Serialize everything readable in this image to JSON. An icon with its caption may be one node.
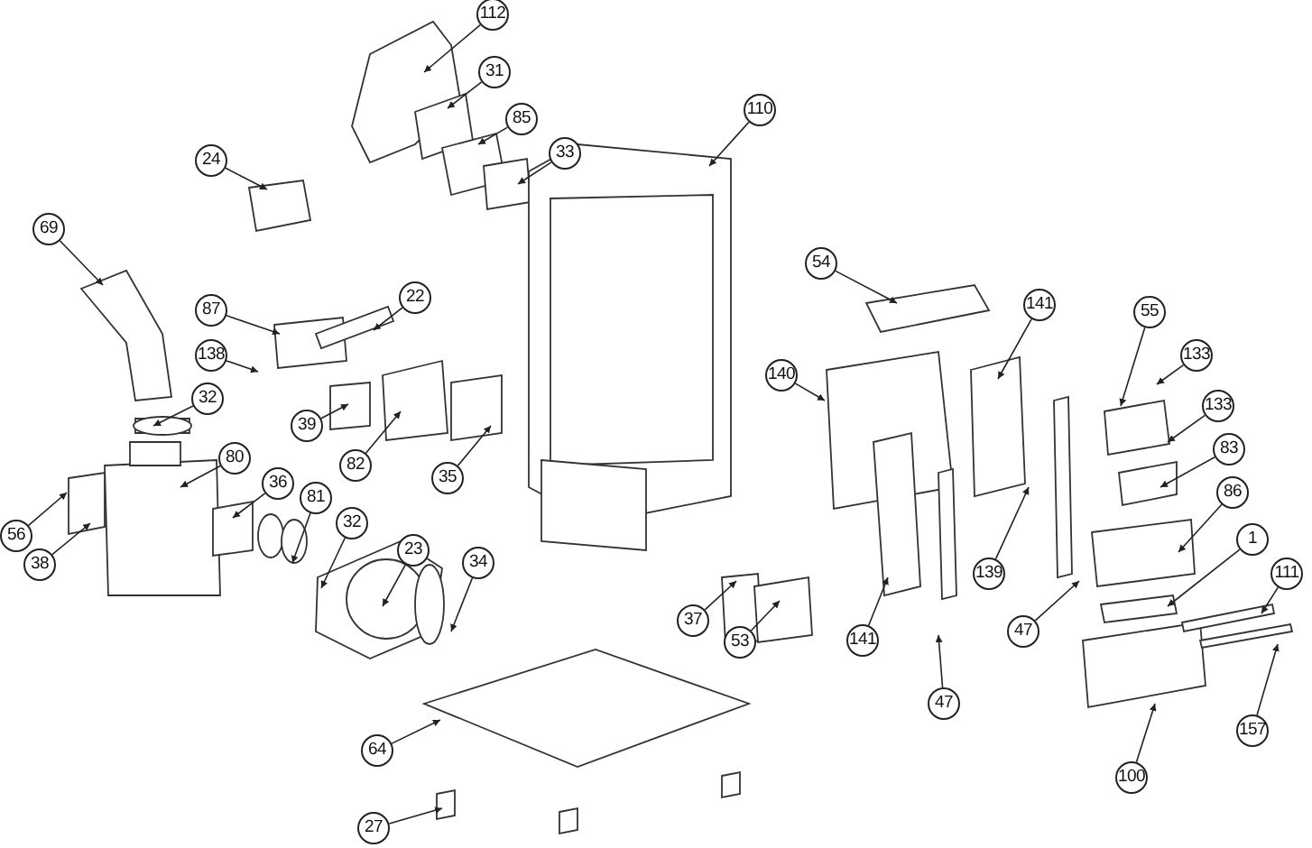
{
  "diagram": {
    "nodes": [
      {
        "text": [
          "112"
        ]
      },
      {
        "text": [
          "31"
        ]
      },
      {
        "text": [
          "110"
        ]
      },
      {
        "text": [
          "85"
        ]
      },
      {
        "text": [
          "33"
        ]
      },
      {
        "text": [
          "24"
        ]
      },
      {
        "text": [
          "69"
        ]
      },
      {
        "text": [
          "54"
        ]
      },
      {
        "text": [
          "22"
        ]
      },
      {
        "text": [
          "141"
        ]
      },
      {
        "text": [
          "87"
        ]
      },
      {
        "text": [
          "55"
        ]
      },
      {
        "text": [
          "138"
        ]
      },
      {
        "text": [
          "133"
        ]
      },
      {
        "text": [
          "140"
        ]
      },
      {
        "text": [
          "32"
        ]
      },
      {
        "text": [
          "133"
        ]
      },
      {
        "text": [
          "39"
        ]
      },
      {
        "text": [
          "83"
        ]
      },
      {
        "text": [
          "80"
        ]
      },
      {
        "text": [
          "82"
        ]
      },
      {
        "text": [
          "35"
        ]
      },
      {
        "text": [
          "36"
        ]
      },
      {
        "text": [
          "86"
        ]
      },
      {
        "text": [
          "81"
        ]
      },
      {
        "text": [
          "56"
        ]
      },
      {
        "text": [
          "32"
        ]
      },
      {
        "text": [
          "1"
        ]
      },
      {
        "text": [
          "23"
        ]
      },
      {
        "text": [
          "38"
        ]
      },
      {
        "text": [
          "34"
        ]
      },
      {
        "text": [
          "139"
        ]
      },
      {
        "text": [
          "111"
        ]
      },
      {
        "text": [
          "37"
        ]
      },
      {
        "text": [
          "47"
        ]
      },
      {
        "text": [
          "141"
        ]
      },
      {
        "text": [
          "53"
        ]
      },
      {
        "text": [
          "47"
        ]
      },
      {
        "text": [
          "157"
        ]
      },
      {
        "text": [
          "64"
        ]
      },
      {
        "text": [
          "100"
        ]
      },
      {
        "text": [
          "27"
        ]
      }
    ],
    "edges": [
      {
        "from": 0,
        "to": null,
        "arrow": "to"
      },
      {
        "from": 1,
        "to": null,
        "arrow": "to"
      },
      {
        "from": 2,
        "to": null,
        "arrow": "to"
      },
      {
        "from": 3,
        "to": null,
        "arrow": "to"
      },
      {
        "from": 4,
        "to": null,
        "arrow": "to"
      },
      {
        "from": 5,
        "to": null,
        "arrow": "to"
      },
      {
        "from": 6,
        "to": null,
        "arrow": "to"
      },
      {
        "from": 7,
        "to": null,
        "arrow": "to"
      },
      {
        "from": 8,
        "to": null,
        "arrow": "to"
      },
      {
        "from": 9,
        "to": null,
        "arrow": "to"
      },
      {
        "from": 10,
        "to": null,
        "arrow": "to"
      },
      {
        "from": 11,
        "to": null,
        "arrow": "to"
      },
      {
        "from": 12,
        "to": null,
        "arrow": "to"
      },
      {
        "from": 13,
        "to": null,
        "arrow": "to"
      },
      {
        "from": 14,
        "to": null,
        "arrow": "to"
      },
      {
        "from": 15,
        "to": null,
        "arrow": "to"
      },
      {
        "from": 16,
        "to": null,
        "arrow": "to"
      },
      {
        "from": 17,
        "to": null,
        "arrow": "to"
      },
      {
        "from": 18,
        "to": null,
        "arrow": "to"
      },
      {
        "from": 19,
        "to": null,
        "arrow": "to"
      },
      {
        "from": 20,
        "to": null,
        "arrow": "to"
      },
      {
        "from": 21,
        "to": null,
        "arrow": "to"
      },
      {
        "from": 22,
        "to": null,
        "arrow": "to"
      },
      {
        "from": 23,
        "to": null,
        "arrow": "to"
      },
      {
        "from": 24,
        "to": null,
        "arrow": "to"
      },
      {
        "from": 25,
        "to": null,
        "arrow": "to"
      },
      {
        "from": 26,
        "to": null,
        "arrow": "to"
      },
      {
        "from": 27,
        "to": null,
        "arrow": "to"
      },
      {
        "from": 28,
        "to": null,
        "arrow": "to"
      },
      {
        "from": 29,
        "to": null,
        "arrow": "to"
      },
      {
        "from": 30,
        "to": null,
        "arrow": "to"
      },
      {
        "from": 31,
        "to": null,
        "arrow": "to"
      },
      {
        "from": 32,
        "to": null,
        "arrow": "to"
      },
      {
        "from": 33,
        "to": null,
        "arrow": "to"
      },
      {
        "from": 34,
        "to": null,
        "arrow": "to"
      },
      {
        "from": 35,
        "to": null,
        "arrow": "to"
      },
      {
        "from": 36,
        "to": null,
        "arrow": "to"
      },
      {
        "from": 37,
        "to": null,
        "arrow": "to"
      },
      {
        "from": 38,
        "to": null,
        "arrow": "to"
      },
      {
        "from": 39,
        "to": null,
        "arrow": "to"
      },
      {
        "from": 40,
        "to": null,
        "arrow": "to"
      },
      {
        "from": 41,
        "to": null,
        "arrow": "to"
      }
    ]
  }
}
